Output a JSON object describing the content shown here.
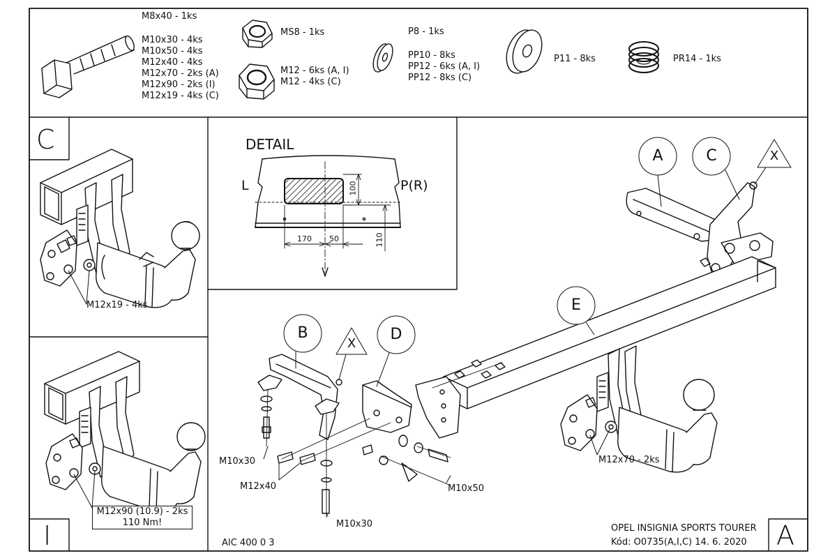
{
  "parts_list": {
    "bolts": [
      "M8x40 - 1ks",
      "M10x30 - 4ks",
      "M10x50 - 4ks",
      "M12x40 - 4ks",
      "M12x70 - 2ks (A)",
      "M12x90 - 2ks (I)",
      "M12x19 - 4ks (C)"
    ],
    "ms8": "MS8 - 1ks",
    "nuts": [
      "M12 - 6ks (A, I)",
      "M12 - 4ks (C)"
    ],
    "washers_small": [
      "P8 - 1ks",
      "PP10 - 8ks",
      "PP12 - 6ks (A, I)",
      "PP12 - 8ks (C)"
    ],
    "washer_large": "P11 - 8ks",
    "spring": "PR14 - 1ks"
  },
  "variants": {
    "c_label": "C",
    "c_bolt": "M12x19 - 4ks",
    "i_label": "I",
    "i_bolt_line1": "M12x90 (10.9) - 2ks",
    "i_bolt_line2": "110 Nm!",
    "a_label": "A"
  },
  "detail": {
    "title": "DETAIL",
    "left": "L",
    "right": "P(R)",
    "dim_100": "100",
    "dim_110": "110",
    "dim_170": "170",
    "dim_50": "50"
  },
  "callouts": {
    "a": "A",
    "b": "B",
    "c": "C",
    "d": "D",
    "e": "E",
    "x1": "X",
    "x2": "X"
  },
  "bolt_labels": {
    "m10x30_a": "M10x30",
    "m12x40": "M12x40",
    "m10x50": "M10x50",
    "m10x30_b": "M10x30",
    "m12x70": "M12x70 - 2ks"
  },
  "footer": {
    "model": "OPEL INSIGNIA SPORTS TOURER",
    "code": "Kód: O0735(A,I,C)  14. 6. 2020",
    "drawing_no": "AIC 400 0 3"
  }
}
